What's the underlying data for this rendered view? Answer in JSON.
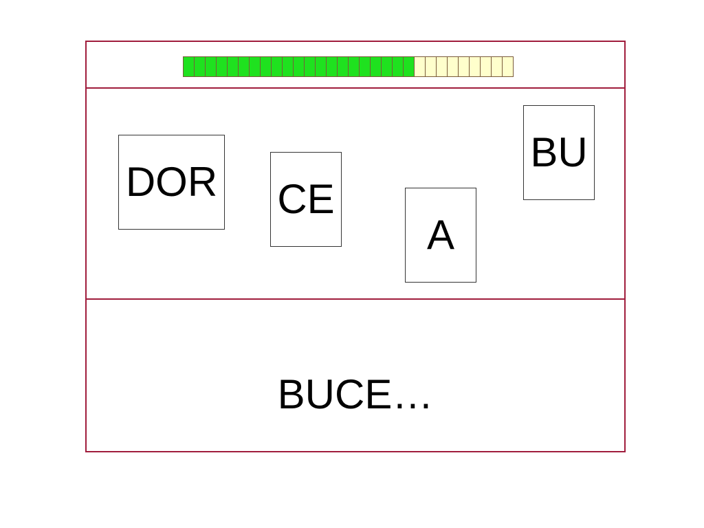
{
  "progress": {
    "completed": 21,
    "total": 30,
    "fraction": 0.7
  },
  "cards": [
    {
      "label": "DOR"
    },
    {
      "label": "CE"
    },
    {
      "label": "A"
    },
    {
      "label": "BU"
    }
  ],
  "answer": {
    "text": "BUCE…"
  },
  "colors": {
    "panel_border": "#a01c3c",
    "progress_done": "#1fe11f",
    "progress_todo": "#ffffcc",
    "card_border": "#333333"
  }
}
